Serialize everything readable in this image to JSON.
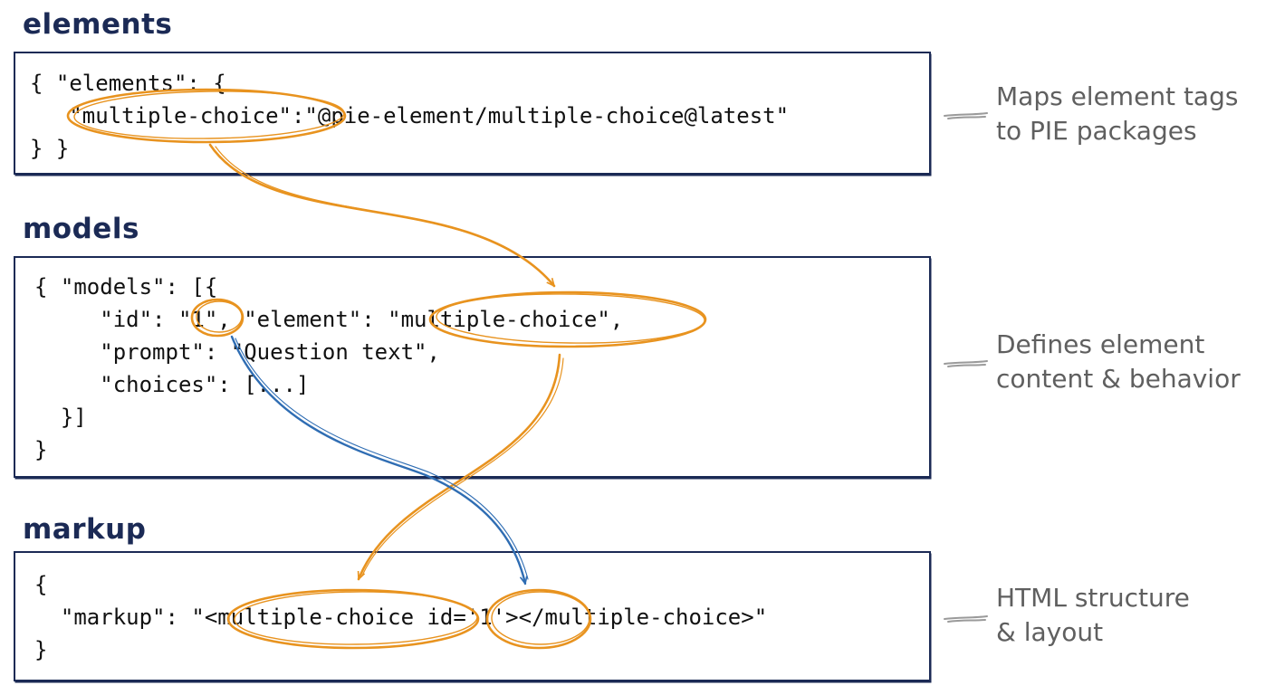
{
  "sections": {
    "elements": {
      "title": "elements",
      "lines": [
        "{ \"elements\": {",
        "   \"multiple-choice\":\"@pie-element/multiple-choice@latest\"",
        "} }"
      ],
      "note": "Maps element tags\nto PIE packages"
    },
    "models": {
      "title": "models",
      "lines": [
        "{ \"models\": [{",
        "     \"id\": \"1\", \"element\": \"multiple-choice\",",
        "     \"prompt\": \"Question text\",",
        "     \"choices\": [...]",
        "  }]",
        "}"
      ],
      "note": "Defines element\ncontent & behavior"
    },
    "markup": {
      "title": "markup",
      "lines": [
        "{",
        "  \"markup\": \"<multiple-choice id='1'></multiple-choice>\"",
        "}"
      ],
      "note": "HTML structure\n& layout"
    }
  },
  "colors": {
    "title": "#1b2a55",
    "border": "#1b2a55",
    "orange": "#e8931f",
    "blue": "#2f6db3",
    "note": "#5f5f5f"
  }
}
